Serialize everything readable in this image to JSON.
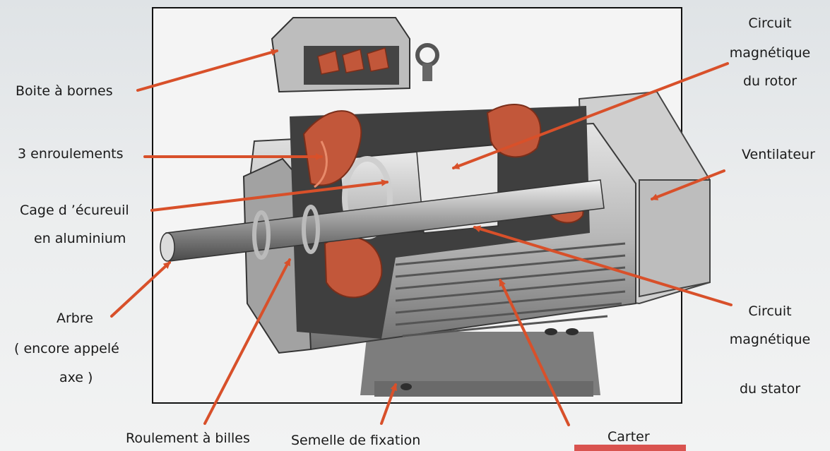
{
  "labels": {
    "boite": "Boite à bornes",
    "enroulements": "3 enroulements",
    "cage1": "Cage d ’écureuil",
    "cage2": "en aluminium",
    "arbre1": "Arbre",
    "arbre2": "( encore appelé",
    "arbre3": "axe )",
    "roulement": "Roulement à billes",
    "semelle": "Semelle de fixation",
    "carter": "Carter",
    "rotor1": "Circuit",
    "rotor2": "magnétique",
    "rotor3": "du rotor",
    "ventilateur": "Ventilateur",
    "stator1": "Circuit",
    "stator2": "magnétique",
    "stator3": "du stator"
  },
  "colors": {
    "arrow": "#d8502a",
    "copper": "#c2573a",
    "metal_dark": "#5e5e5e",
    "metal_mid": "#9a9a9a",
    "metal_light": "#d2d2d2"
  }
}
